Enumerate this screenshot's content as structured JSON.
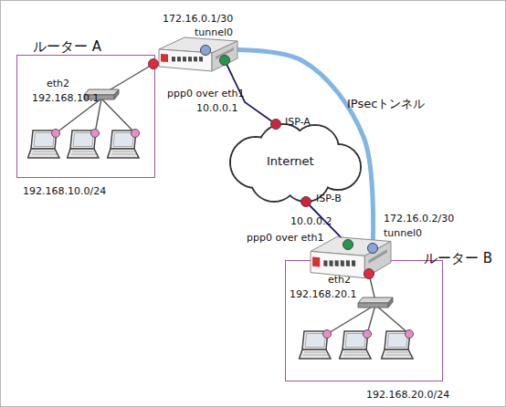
{
  "diagram": {
    "nodes": [
      {
        "text": [
          "ルーター A"
        ]
      },
      {
        "text": [
          "eth2",
          "192.168.10.1",
          "192.168.10.0/24"
        ]
      },
      {
        "text": [
          "Internet"
        ]
      },
      {
        "text": [
          "ルーター B"
        ]
      },
      {
        "text": [
          "eth2",
          "192.168.20.1",
          "192.168.20.0/24"
        ]
      }
    ],
    "edges": [
      {
        "from": 0,
        "to": 2,
        "arrow": "none"
      },
      {
        "from": 2,
        "to": 3,
        "arrow": "none"
      },
      {
        "from": 0,
        "to": 3,
        "arrow": "none",
        "label": "IPsecトンネル"
      }
    ],
    "labels": [
      "172.16.0.1/30",
      "tunnel0",
      "ppp0 over eth1",
      "10.0.0.1",
      "ISP-A",
      "ISP-B",
      "10.0.0.2",
      "ppp0 over eth1",
      "172.16.0.2/30",
      "tunnel0"
    ]
  }
}
